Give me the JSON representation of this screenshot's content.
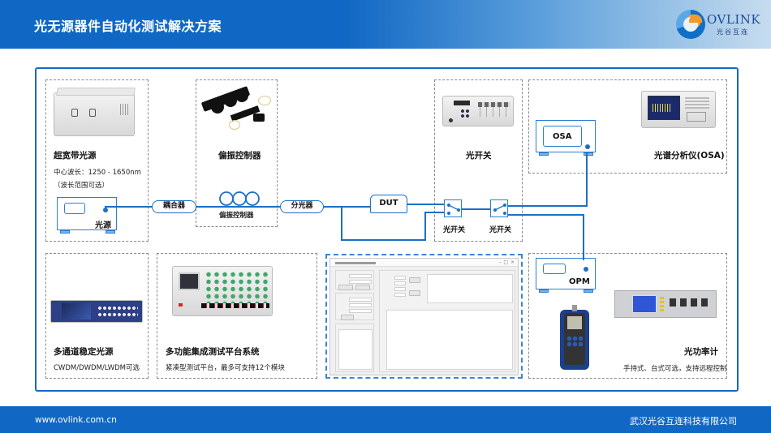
{
  "header": {
    "title": "光无源器件自动化测试解决方案",
    "logo": {
      "brand": "OVLINK",
      "brand_cn": "光谷互连",
      "icon": "ovlink-swirl-logo"
    }
  },
  "colors": {
    "primary_blue": "#1168c4",
    "line_blue": "#1d6fc4",
    "dashed_gray": "#8a8a8a",
    "logo_orange": "#f29a2e"
  },
  "panels": {
    "broadband_source": {
      "title": "超宽带光源",
      "spec": "中心波长：1250 - 1650nm",
      "note": "（波长范围可选）",
      "device_label": "光源"
    },
    "polarization_controller": {
      "title": "偏振控制器"
    },
    "optical_switch": {
      "title": "光开关"
    },
    "osa": {
      "title": "光谱分析仪(OSA)",
      "device_label": "OSA"
    },
    "multichannel_source": {
      "title": "多通道稳定光源",
      "spec": "CWDM/DWDM/LWDM可选"
    },
    "test_platform": {
      "title": "多功能集成测试平台系统",
      "spec": "紧凑型测试平台，最多可支持12个模块"
    },
    "software": {
      "window_controls": [
        "–",
        "□",
        "×"
      ]
    },
    "power_meter": {
      "title": "光功率计",
      "spec": "手持式、台式可选，支持远程控制",
      "device_label": "OPM"
    }
  },
  "signal_path": {
    "coupler": "耦合器",
    "pol_controller": "偏振控制器",
    "splitter": "分光器",
    "dut": "DUT",
    "switch_1": "光开关",
    "switch_2": "光开关"
  },
  "footer": {
    "url": "www.ovlink.com.cn",
    "company": "武汉光谷互连科技有限公司"
  }
}
